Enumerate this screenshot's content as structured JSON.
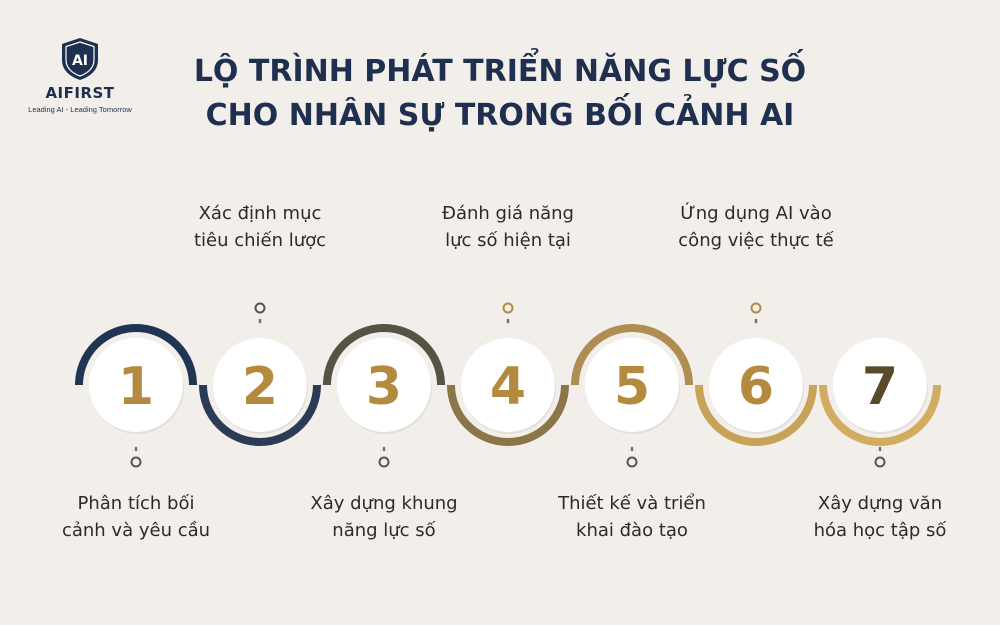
{
  "logo": {
    "mark": "AI",
    "name": "AIFIRST",
    "tagline": "Leading AI - Leading Tomorrow"
  },
  "title": {
    "line1": "LỘ TRÌNH PHÁT TRIỂN NĂNG LỰC SỐ",
    "line2": "CHO NHÂN SỰ TRONG BỐI CẢNH AI"
  },
  "steps": [
    {
      "number": "1",
      "lines": [
        "Phân tích bối",
        "cảnh và yêu cầu"
      ],
      "label_side": "bottom",
      "ring_color": "#1f3553",
      "ring_side": "top"
    },
    {
      "number": "2",
      "lines": [
        "Xác định mục",
        "tiêu chiến lược"
      ],
      "label_side": "top",
      "ring_color": "#2c3b55",
      "ring_side": "bottom"
    },
    {
      "number": "3",
      "lines": [
        "Xây dựng khung",
        "năng lực số"
      ],
      "label_side": "bottom",
      "ring_color": "#575244",
      "ring_side": "top"
    },
    {
      "number": "4",
      "lines": [
        "Đánh giá năng",
        "lực số hiện tại"
      ],
      "label_side": "top",
      "ring_color": "#8a7648",
      "ring_side": "bottom"
    },
    {
      "number": "5",
      "lines": [
        "Thiết kế và triển",
        "khai đào tạo"
      ],
      "label_side": "bottom",
      "ring_color": "#b08d52",
      "ring_side": "top"
    },
    {
      "number": "6",
      "lines": [
        "Ứng dụng AI vào",
        "công việc thực tế"
      ],
      "label_side": "top",
      "ring_color": "#c9a25a",
      "ring_side": "bottom"
    },
    {
      "number": "7",
      "lines": [
        "Xây dựng văn",
        "hóa học tập số"
      ],
      "label_side": "bottom",
      "ring_color": "#d2ac60",
      "ring_side": "bottom"
    }
  ],
  "colors": {
    "background": "#f2efea",
    "navy": "#1f2f4f",
    "number_gold": "#b48a3e",
    "number_dark": "#5a4a2c"
  }
}
